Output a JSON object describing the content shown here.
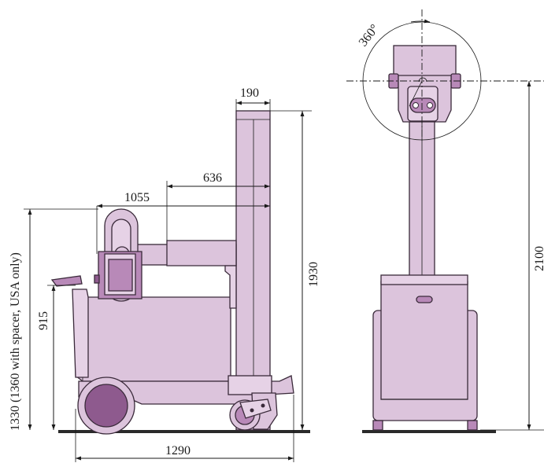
{
  "dimensions": {
    "column_width": "190",
    "arm_reach_min": "636",
    "arm_reach_max": "1055",
    "total_height_side": "1930",
    "tube_height": "1330 (1360 with spacer, USA only)",
    "handle_height": "915",
    "overall_length": "1290",
    "rotation": "360°",
    "total_height_front": "2100"
  },
  "colors": {
    "unit_body": "#dcc4dc",
    "unit_accent": "#b889b8",
    "outline": "#3a2a3a"
  }
}
